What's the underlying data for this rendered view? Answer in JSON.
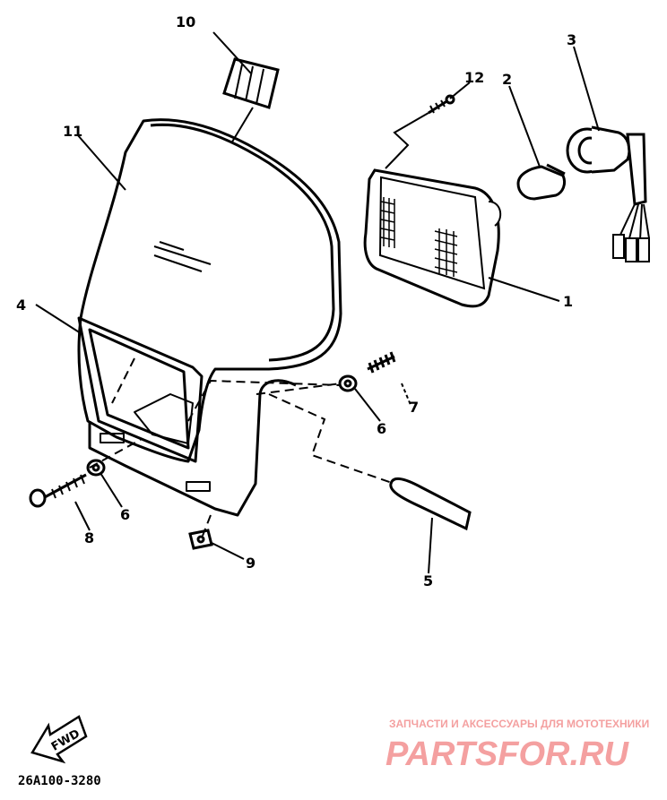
{
  "diagram": {
    "code": "26A100-3280",
    "direction_label": "FWD",
    "part_labels": [
      "1",
      "2",
      "3",
      "4",
      "5",
      "6",
      "6",
      "7",
      "8",
      "9",
      "10",
      "11",
      "12"
    ]
  },
  "watermark": {
    "tagline": "ЗАПЧАСТИ И АКСЕССУАРЫ ДЛЯ МОТОТЕХНИКИ",
    "brand": "PARTSFOR.RU",
    "color": "#f4a0a0"
  }
}
